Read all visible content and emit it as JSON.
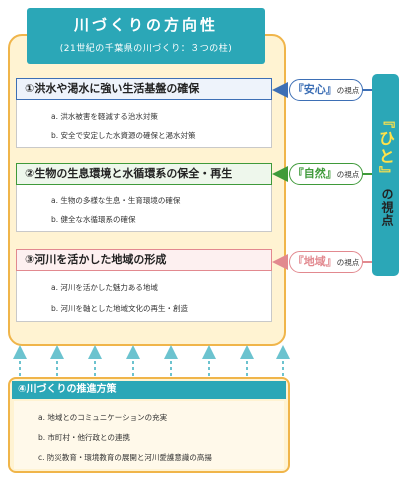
{
  "title": "川づくりの方向性",
  "subtitle": "(21世紀の千葉県の川づくり：３つの柱)",
  "colors": {
    "teal": "#2ba7b7",
    "cream": "#fff3d2",
    "orange_border": "#f0b54a",
    "blue": "#3d6fb5",
    "green": "#3f9a3a",
    "pink": "#e2898f",
    "yellow_text": "#ffe24a"
  },
  "sections": [
    {
      "heading": "①洪水や渇水に強い生活基盤の確保",
      "items": [
        "a. 洪水被害を軽減する治水対策",
        "b. 安全で安定した水資源の確保と渇水対策"
      ]
    },
    {
      "heading": "②生物の生息環境と水循環系の保全・再生",
      "items": [
        "a. 生物の多様な生息・生育環境の確保",
        "b. 健全な水循環系の確保"
      ]
    },
    {
      "heading": "③河川を活かした地域の形成",
      "items": [
        "a. 河川を活かした魅力ある地域",
        "b. 河川を軸とした地域文化の再生・創造"
      ]
    }
  ],
  "viewpoints": [
    {
      "keyword": "『安心』",
      "suffix": "の視点",
      "color": "#3d6fb5"
    },
    {
      "keyword": "『自然』",
      "suffix": "の視点",
      "color": "#3f9a3a"
    },
    {
      "keyword": "『地域』",
      "suffix": "の視点",
      "color": "#e2898f"
    }
  ],
  "human": {
    "label": "『ひと』",
    "suffix": "の視点"
  },
  "promotion": {
    "heading": "④川づくりの推進方策",
    "items": [
      "a. 地域とのコミュニケーションの充実",
      "b. 市町村・他行政との連携",
      "c. 防災教育・環境教育の展開と河川愛護意識の高揚"
    ]
  }
}
